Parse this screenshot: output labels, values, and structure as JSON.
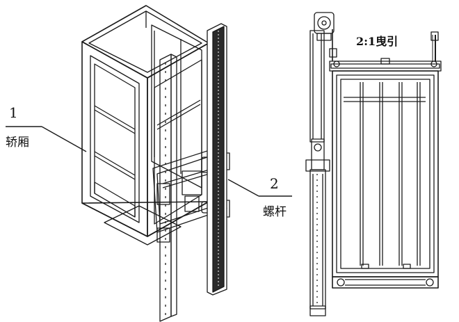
{
  "labels": {
    "part1_number": "1",
    "part1_name": "轿厢",
    "part2_number": "2",
    "part2_name": "螺杆",
    "traction_ratio": "2:1曳引"
  },
  "colors": {
    "line": "#1a1a1a",
    "screw_fill": "#2b2b2b",
    "background": "#ffffff"
  }
}
